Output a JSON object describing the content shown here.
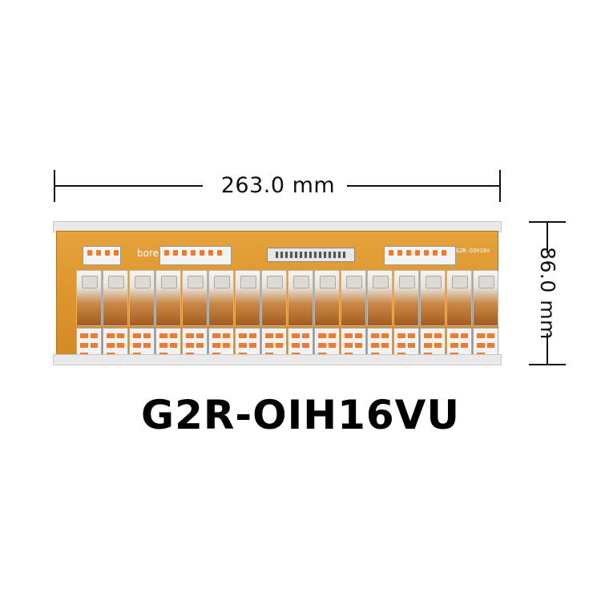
{
  "dimensions": {
    "width_label": "263.0 mm",
    "height_label": "86.0 mm"
  },
  "board": {
    "brand": "bore",
    "model_tag": "G2R-OIH16V"
  },
  "product": {
    "title": "G2R-OIH16VU"
  },
  "colors": {
    "pcb": "#e09a33",
    "terminal_accent": "#ef7a2c",
    "rail": "#e9e9e9"
  }
}
